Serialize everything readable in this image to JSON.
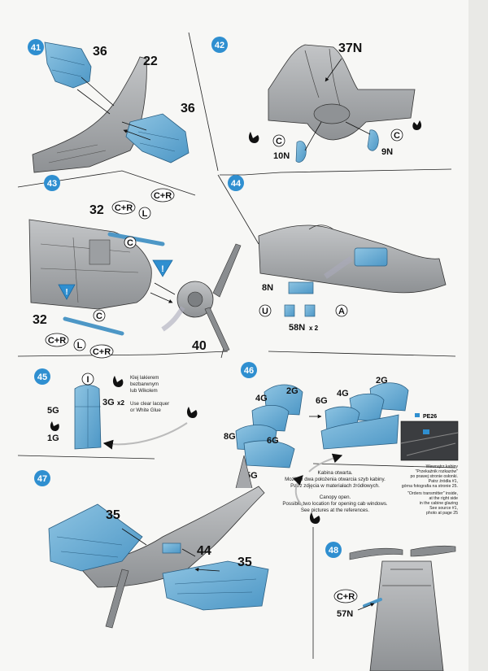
{
  "steps": [
    {
      "number": "41",
      "parts": [
        "36",
        "22",
        "36"
      ]
    },
    {
      "number": "42",
      "parts": [
        "37N",
        "10N",
        "9N"
      ],
      "markers": [
        "C",
        "C"
      ]
    },
    {
      "number": "43",
      "parts": [
        "32",
        "32",
        "40"
      ],
      "markers": [
        "C+R",
        "L",
        "C+R",
        "C",
        "C",
        "C+R",
        "L",
        "C+R"
      ]
    },
    {
      "number": "44",
      "parts": [
        "8N",
        "58N"
      ],
      "qty": "x 2",
      "markers": [
        "U",
        "A"
      ]
    },
    {
      "number": "45",
      "parts": [
        "3G",
        "5G",
        "1G"
      ],
      "qty": "x2",
      "markers": [
        "I"
      ]
    },
    {
      "number": "46",
      "parts": [
        "2G",
        "4G",
        "6G",
        "8G",
        "2G",
        "4G",
        "6G",
        "5G"
      ],
      "pe": "PE26"
    },
    {
      "number": "47",
      "parts": [
        "35",
        "44",
        "35"
      ]
    },
    {
      "number": "48",
      "parts": [
        "57N"
      ],
      "markers": [
        "C+R"
      ]
    }
  ],
  "notes": {
    "glue_pl": [
      "Klej lakierem",
      "bezbarwnym",
      "lub Wikolem"
    ],
    "glue_en": [
      "Use clear lacquer",
      "or White Glue"
    ],
    "canopy_pl": [
      "Kabina otwarta.",
      "Możliwe dwa położenia otwarcia szyb kabiny.",
      "Patrz zdjęcia w materiałach źródłowych."
    ],
    "canopy_en": [
      "Canopy open.",
      "Possible two location for opening cab windows.",
      "See pictures at the references."
    ],
    "pe_pl": [
      "Wewnątrz kabiny",
      "\"Przekaźnik rozkazów\"",
      "po prawej stronie osłonki.",
      "Patrz źródła #1,",
      "górna fotografia na stronie 25."
    ],
    "pe_en": [
      "\"Orders transmitter\" inside,",
      "at the right side",
      "in the cabine glazing",
      "See source #1,",
      "photo at page 25"
    ]
  },
  "colors": {
    "part": "#6fb0d6",
    "part_dark": "#3f87b6",
    "badge": "#2f8fd0",
    "grey": "#a6a8ab",
    "grey_dark": "#6e7174",
    "warn": "#2f8fd0"
  },
  "icons": [
    "glue-icon",
    "warning-icon",
    "arrow-icon"
  ]
}
